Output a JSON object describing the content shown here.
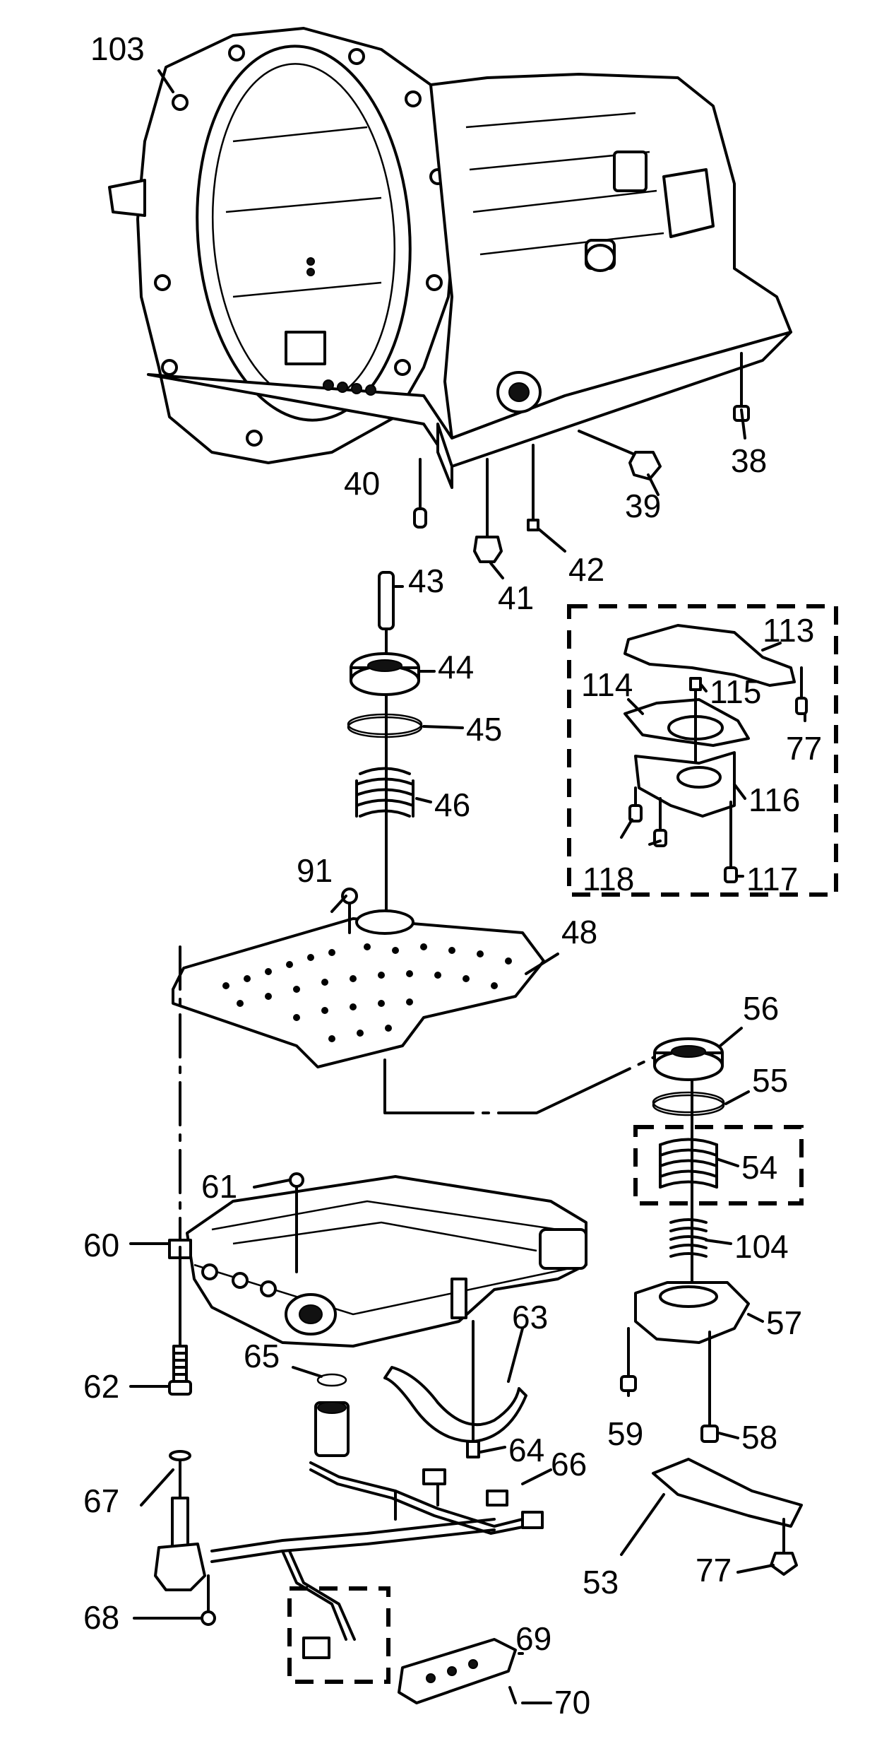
{
  "callouts": {
    "c103": "103",
    "c38": "38",
    "c39": "39",
    "c40": "40",
    "c41": "41",
    "c42": "42",
    "c43": "43",
    "c44": "44",
    "c45": "45",
    "c46": "46",
    "c91": "91",
    "c48": "48",
    "c113": "113",
    "c114": "114",
    "c115": "115",
    "c77a": "77",
    "c116": "116",
    "c117": "117",
    "c118": "118",
    "c56": "56",
    "c55": "55",
    "c54": "54",
    "c104": "104",
    "c57": "57",
    "c58": "58",
    "c59": "59",
    "c61": "61",
    "c60": "60",
    "c62": "62",
    "c65": "65",
    "c63": "63",
    "c64": "64",
    "c66": "66",
    "c67": "67",
    "c68": "68",
    "c53": "53",
    "c77b": "77",
    "c69": "69",
    "c70": "70"
  }
}
